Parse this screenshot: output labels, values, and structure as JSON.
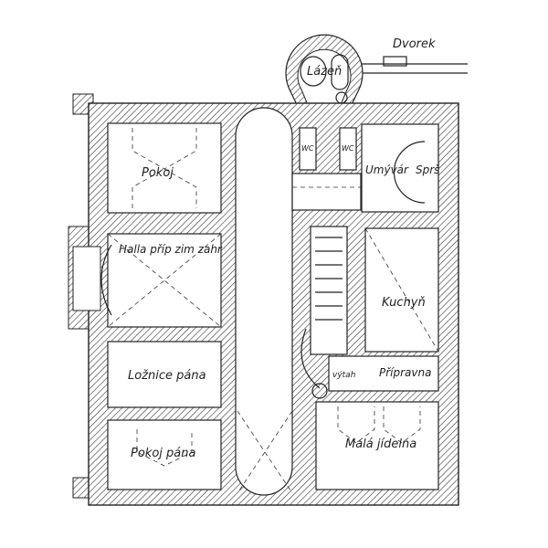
{
  "plan": {
    "colors": {
      "ink": "#222222",
      "paper": "#ffffff"
    },
    "labels": {
      "courtyard": "Dvorek",
      "bath": "Lázeň",
      "wc_left": "WC",
      "wc_right": "WC",
      "washroom": "Umývár",
      "shower": "Sprš",
      "room": "Pokoj",
      "hall": "Halla příp zim zahr",
      "kitchen": "Kuchyň",
      "master_bedroom": "Ložnice pána",
      "master_room": "Pokoj pána",
      "small_dining": "Malá jídelna",
      "pantry": "Přípravna",
      "lift": "výtah"
    }
  }
}
